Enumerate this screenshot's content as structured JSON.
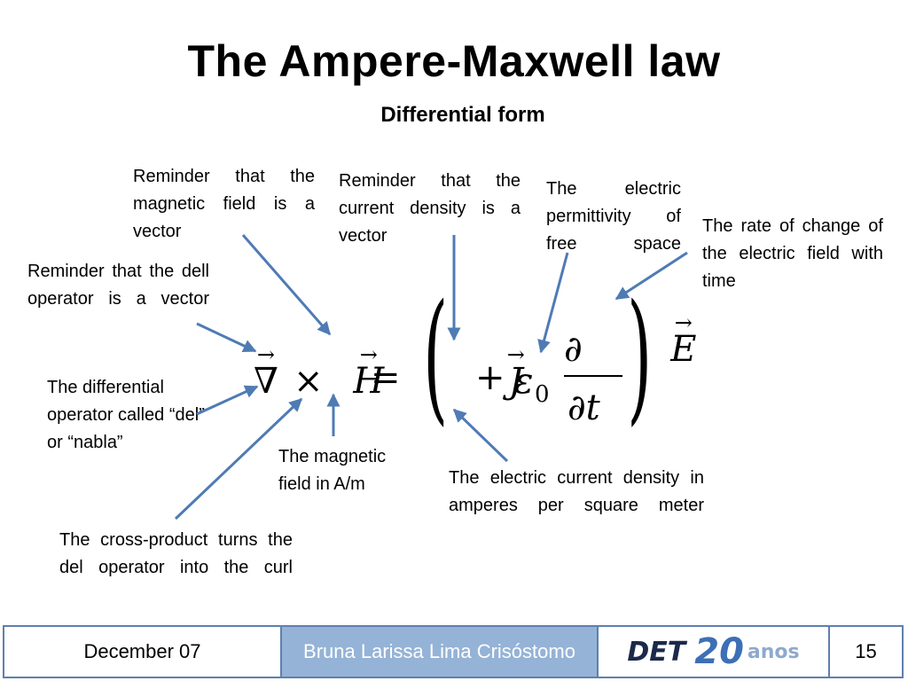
{
  "title": "The Ampere-Maxwell law",
  "subtitle": "Differential form",
  "notes": {
    "magnetic_vector": "Reminder that the magnetic field is a vector",
    "current_vector": "Reminder that the current density is a vector",
    "permittivity": "The electric permittivity of free space",
    "rate_of_change": "The rate of change of the electric field with time",
    "dell_vector": "Reminder that the dell operator is a vector",
    "del_nabla": "The differential operator called “del” or “nabla”",
    "magnetic_field": "The magnetic field in A/m",
    "current_density": "The electric current density in amperes per square meter",
    "cross_product": "The cross-product turns the del operator into the curl"
  },
  "equation": {
    "nabla": "∇",
    "cross": "×",
    "H": "H",
    "equals": "=",
    "J": "J",
    "plus": "+",
    "epsilon": "ε",
    "epsilon_sub": "0",
    "numerator_d": "∂",
    "E": "E",
    "denominator": "∂t"
  },
  "footer": {
    "date": "December 07",
    "author": "Bruna Larissa Lima Crisóstomo",
    "logo_det": "DET",
    "logo_20": "20",
    "logo_anos": "anos",
    "page": "15"
  }
}
